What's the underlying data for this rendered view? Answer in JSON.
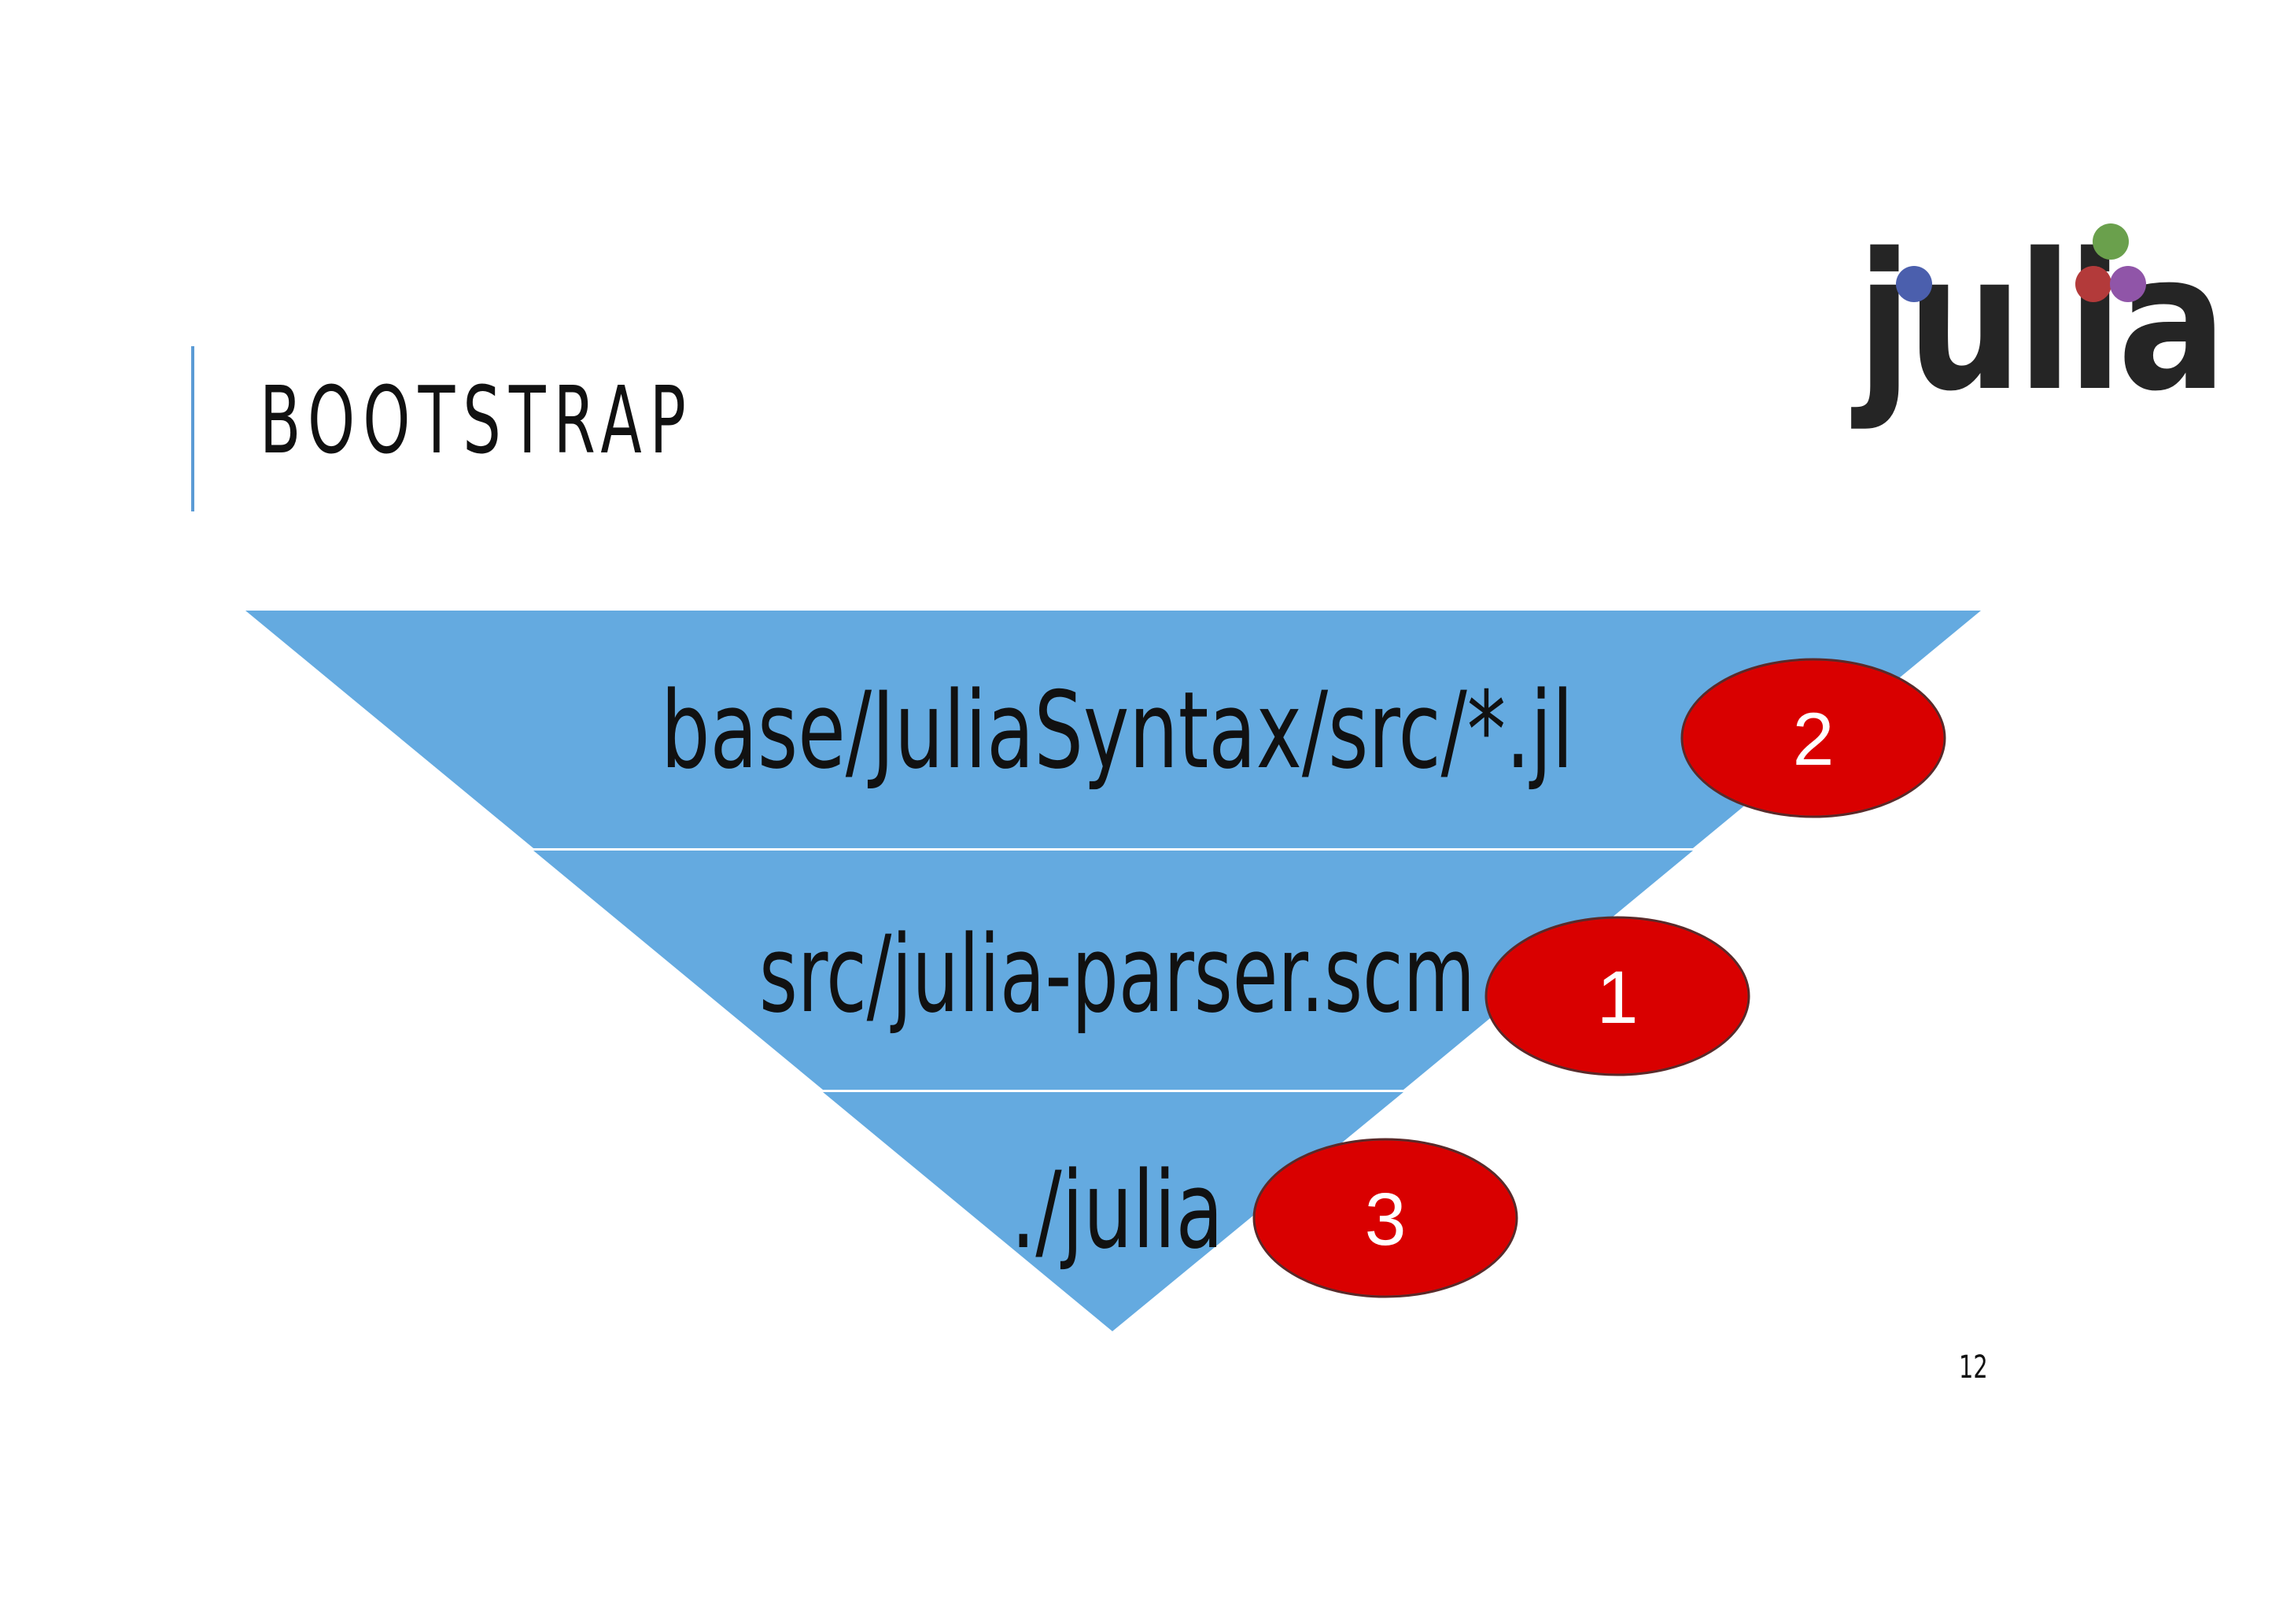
{
  "slide": {
    "title": "BOOTSTRAP",
    "page_number": "12"
  },
  "logo": {
    "text": "julia",
    "dot_colors": [
      "#4b5fad",
      "#6aa04c",
      "#b33a3a",
      "#9055a8"
    ]
  },
  "pyramid": {
    "fill_color": "#64aae0",
    "tiers": [
      {
        "label": "base/JuliaSyntax/src/*.jl",
        "badge": "2"
      },
      {
        "label": "src/julia-parser.scm",
        "badge": "1"
      },
      {
        "label": "./julia",
        "badge": "3"
      }
    ]
  },
  "colors": {
    "accent": "#5b9bd5",
    "badge_fill": "#d90000",
    "badge_stroke": "#5a2a2a"
  }
}
